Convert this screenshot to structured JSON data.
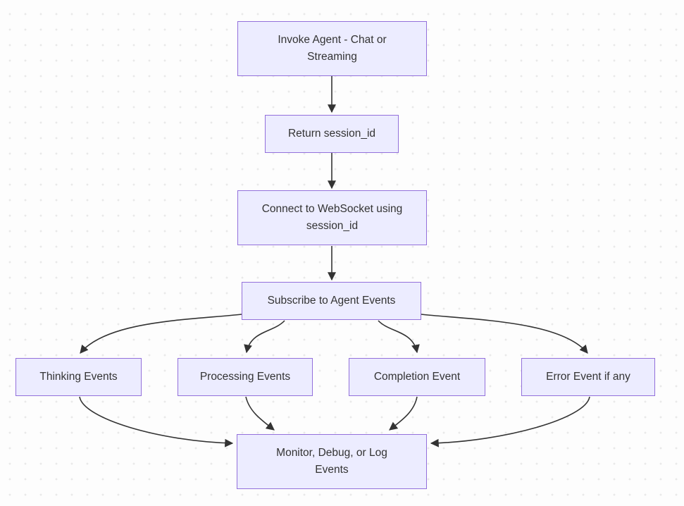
{
  "diagram": {
    "type": "flowchart",
    "direction": "top-down",
    "nodes": [
      {
        "id": "invoke",
        "label": "Invoke Agent - Chat or Streaming"
      },
      {
        "id": "session",
        "label": "Return session_id"
      },
      {
        "id": "websocket",
        "label": "Connect to WebSocket using session_id"
      },
      {
        "id": "subscribe",
        "label": "Subscribe to Agent Events"
      },
      {
        "id": "thinking",
        "label": "Thinking Events"
      },
      {
        "id": "processing",
        "label": "Processing Events"
      },
      {
        "id": "completion",
        "label": "Completion Event"
      },
      {
        "id": "error",
        "label": "Error Event if any"
      },
      {
        "id": "monitor",
        "label": "Monitor, Debug, or Log Events"
      }
    ],
    "edges": [
      {
        "from": "invoke",
        "to": "session"
      },
      {
        "from": "session",
        "to": "websocket"
      },
      {
        "from": "websocket",
        "to": "subscribe"
      },
      {
        "from": "subscribe",
        "to": "thinking"
      },
      {
        "from": "subscribe",
        "to": "processing"
      },
      {
        "from": "subscribe",
        "to": "completion"
      },
      {
        "from": "subscribe",
        "to": "error"
      },
      {
        "from": "thinking",
        "to": "monitor"
      },
      {
        "from": "processing",
        "to": "monitor"
      },
      {
        "from": "completion",
        "to": "monitor"
      },
      {
        "from": "error",
        "to": "monitor"
      }
    ],
    "colors": {
      "node_fill": "#ECECFF",
      "node_border": "#9370DB",
      "node_text": "#333333",
      "edge": "#333333",
      "background": "#fdfdfd",
      "background_dot": "#e9e9e9"
    }
  }
}
